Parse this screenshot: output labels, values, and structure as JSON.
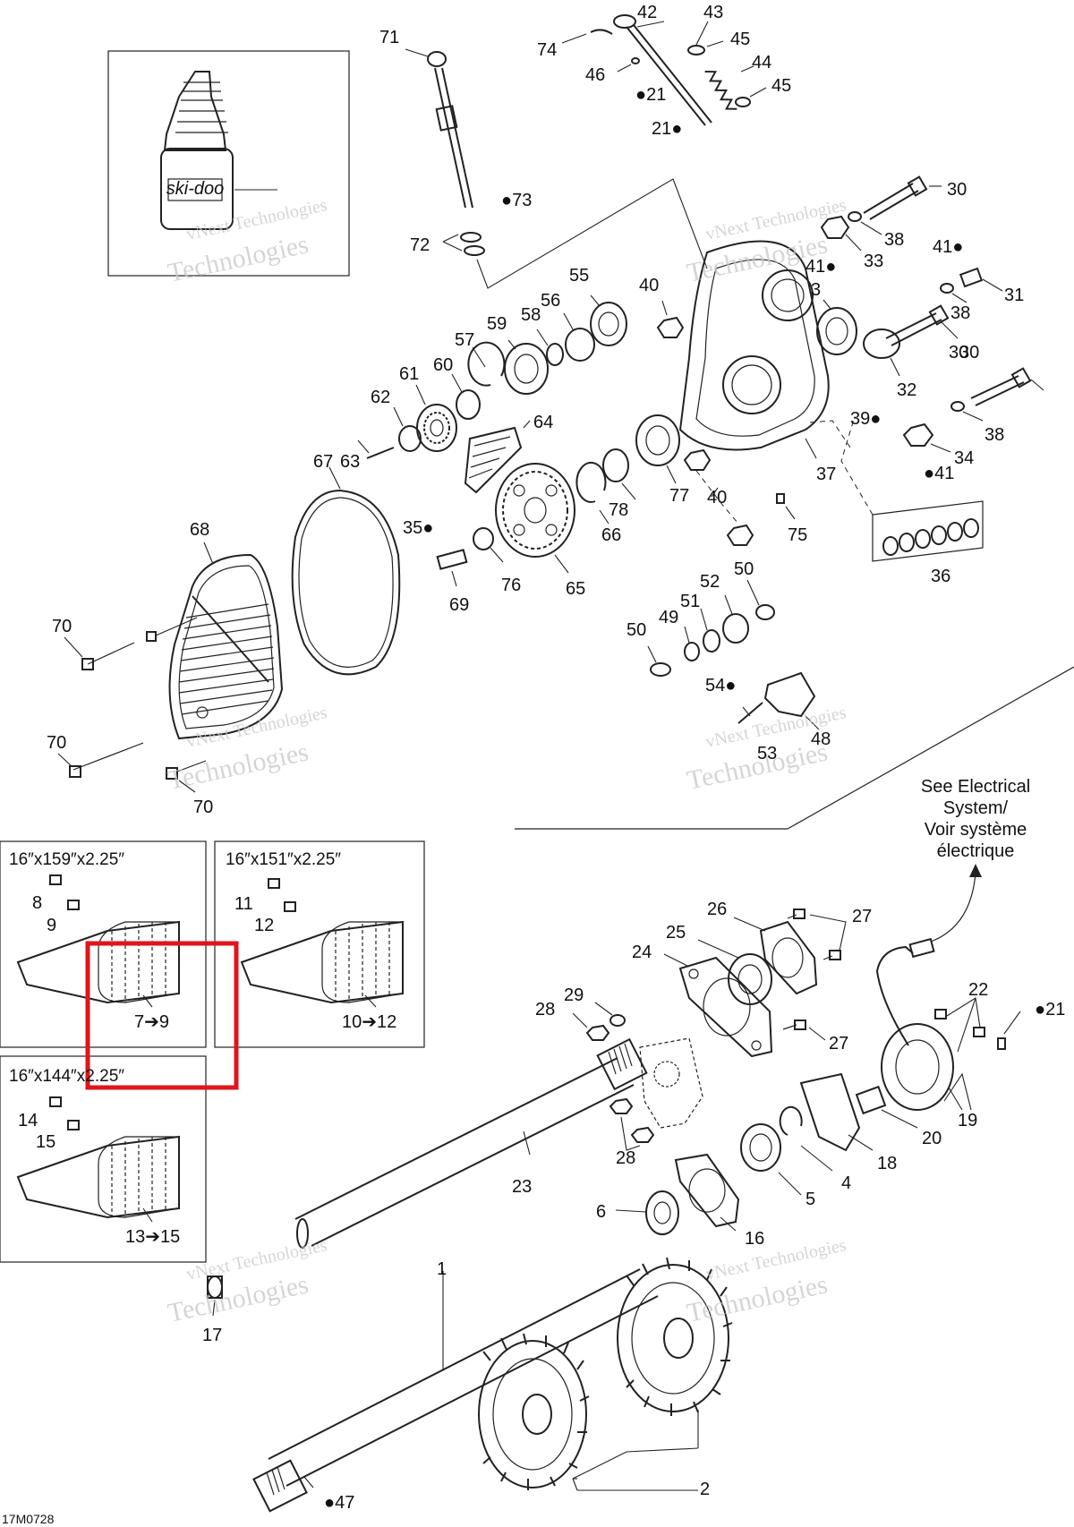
{
  "diagram": {
    "code": "17M0728",
    "watermark": {
      "line1": "vNext Technologies",
      "line2": "Technologies"
    },
    "note": {
      "lines": [
        "See Electrical",
        "System/",
        "Voir système",
        "électrique"
      ]
    },
    "insets": [
      {
        "title": "16″x159″x2.25″",
        "a": "8",
        "b": "9",
        "range": "7➔9"
      },
      {
        "title": "16″x151″x2.25″",
        "a": "11",
        "b": "12",
        "range": "10➔12"
      },
      {
        "title": "16″x144″x2.25″",
        "a": "14",
        "b": "15",
        "range": "13➔15"
      }
    ],
    "labels": [
      "71",
      "74",
      "42",
      "43",
      "45",
      "44",
      "45",
      "46",
      "21",
      "21",
      "30",
      "73",
      "72",
      "38",
      "33",
      "41",
      "41",
      "31",
      "38",
      "30",
      "40",
      "55",
      "56",
      "58",
      "59",
      "57",
      "61",
      "60",
      "62",
      "3",
      "32",
      "30",
      "38",
      "34",
      "41",
      "39",
      "37",
      "63",
      "64",
      "67",
      "68",
      "35",
      "69",
      "76",
      "65",
      "66",
      "78",
      "77",
      "40",
      "75",
      "36",
      "50",
      "52",
      "51",
      "49",
      "50",
      "54",
      "48",
      "53",
      "70",
      "70",
      "70",
      "26",
      "27",
      "25",
      "24",
      "29",
      "28",
      "27",
      "22",
      "21",
      "19",
      "20",
      "18",
      "4",
      "5",
      "28",
      "23",
      "6",
      "16",
      "17",
      "1",
      "2",
      "47"
    ]
  }
}
